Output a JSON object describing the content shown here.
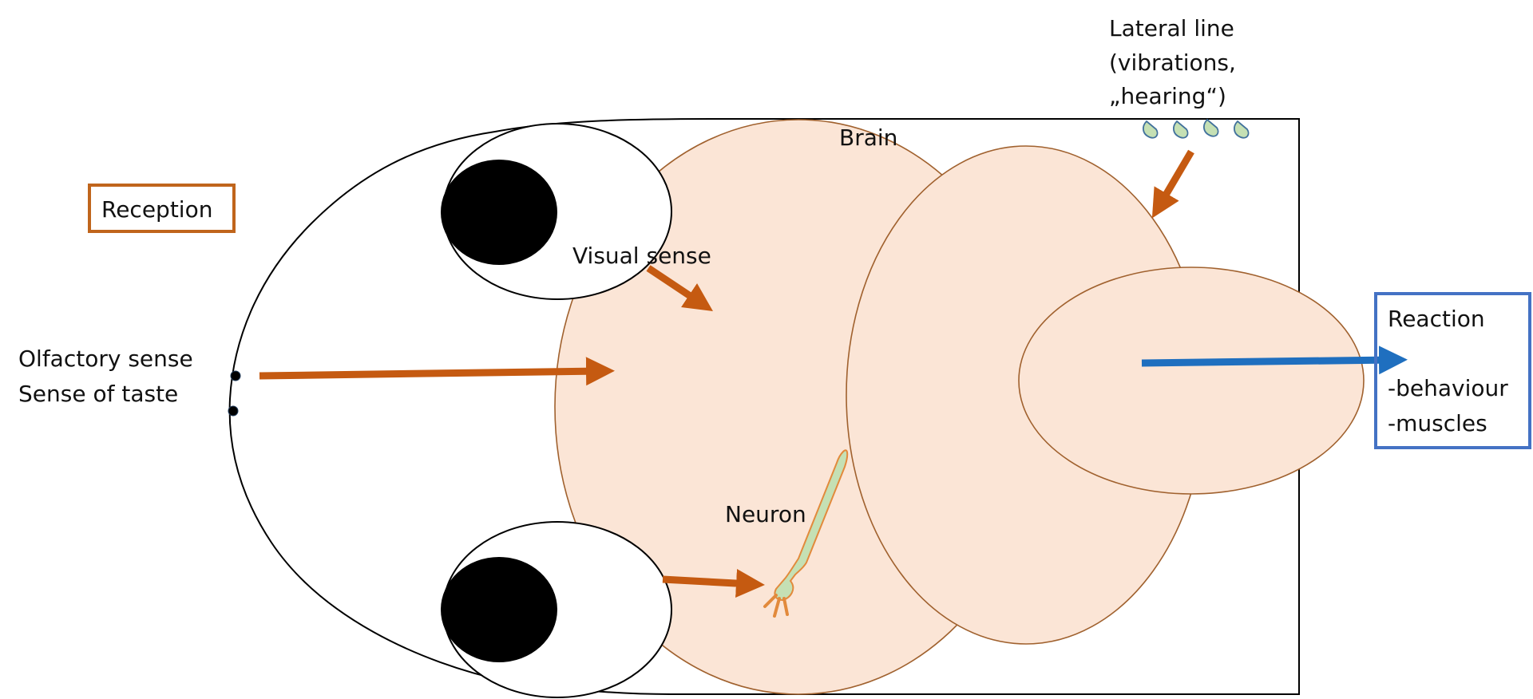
{
  "diagram": {
    "title": "Fish brain: reception and reaction",
    "colors": {
      "brain_fill": "#fbe5d6",
      "brain_stroke": "#a0612e",
      "reception_arrow": "#c55a11",
      "reaction_arrow": "#1f6fbf",
      "reception_box": "#c0651c",
      "reaction_box": "#4472c4",
      "neuron_fill": "#c5e0b4",
      "neuron_stroke": "#e28a3c",
      "lateral_organ_fill": "#c5e0b4",
      "lateral_organ_stroke": "#41719c",
      "outline": "#000000"
    },
    "labels": {
      "reception": "Reception",
      "olfactory": "Olfactory sense",
      "taste": "Sense of taste",
      "visual": "Visual sense",
      "brain": "Brain",
      "neuron": "Neuron",
      "lateral_line_1": "Lateral line",
      "lateral_line_2": "(vibrations,",
      "lateral_line_3": "„hearing“)",
      "reaction": "Reaction",
      "reaction_item_1": "-behaviour",
      "reaction_item_2": "-muscles"
    },
    "nodes": [
      {
        "id": "reception",
        "type": "box"
      },
      {
        "id": "olfactory-taste",
        "type": "sense-organ"
      },
      {
        "id": "eye-top",
        "type": "eye"
      },
      {
        "id": "eye-bottom",
        "type": "eye"
      },
      {
        "id": "lateral-line",
        "type": "sense-organ"
      },
      {
        "id": "forebrain",
        "type": "brain-region"
      },
      {
        "id": "midbrain",
        "type": "brain-region"
      },
      {
        "id": "hindbrain",
        "type": "brain-region"
      },
      {
        "id": "neuron",
        "type": "cell"
      },
      {
        "id": "reaction",
        "type": "box"
      }
    ],
    "edges": [
      {
        "from": "olfactory-taste",
        "to": "forebrain",
        "kind": "input"
      },
      {
        "from": "eye-top",
        "to": "forebrain",
        "kind": "input"
      },
      {
        "from": "eye-bottom",
        "to": "neuron",
        "kind": "input"
      },
      {
        "from": "lateral-line",
        "to": "midbrain",
        "kind": "input"
      },
      {
        "from": "hindbrain",
        "to": "reaction",
        "kind": "output"
      }
    ]
  }
}
